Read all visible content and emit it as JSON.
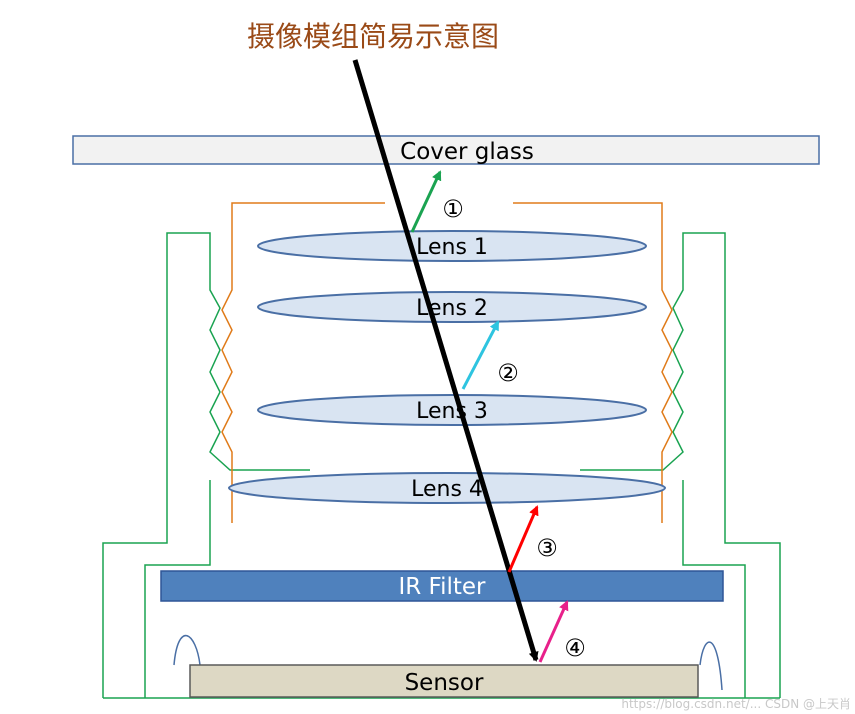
{
  "title": "摄像模组简易示意图",
  "layers": {
    "cover_glass": "Cover glass",
    "lens_1": "Lens 1",
    "lens_2": "Lens 2",
    "lens_3": "Lens 3",
    "lens_4": "Lens 4",
    "ir_filter": "IR Filter",
    "sensor": "Sensor"
  },
  "reflections": [
    {
      "marker": "①",
      "color": "#1aa351"
    },
    {
      "marker": "②",
      "color": "#2ec4e0"
    },
    {
      "marker": "③",
      "color": "#ff0000"
    },
    {
      "marker": "④",
      "color": "#e8208a"
    }
  ],
  "colors": {
    "title": "#9a4a17",
    "lens_fill": "#d9e4f2",
    "lens_stroke": "#4a6fa5",
    "ir_fill": "#4f81bd",
    "sensor_fill": "#ddd8c4",
    "cover_fill": "#f2f2f2",
    "holder": "#1aa351",
    "barrel": "#e07b1a",
    "main_ray": "#000000"
  },
  "watermark": "https://blog.csdn.net/... CSDN @上天肖"
}
